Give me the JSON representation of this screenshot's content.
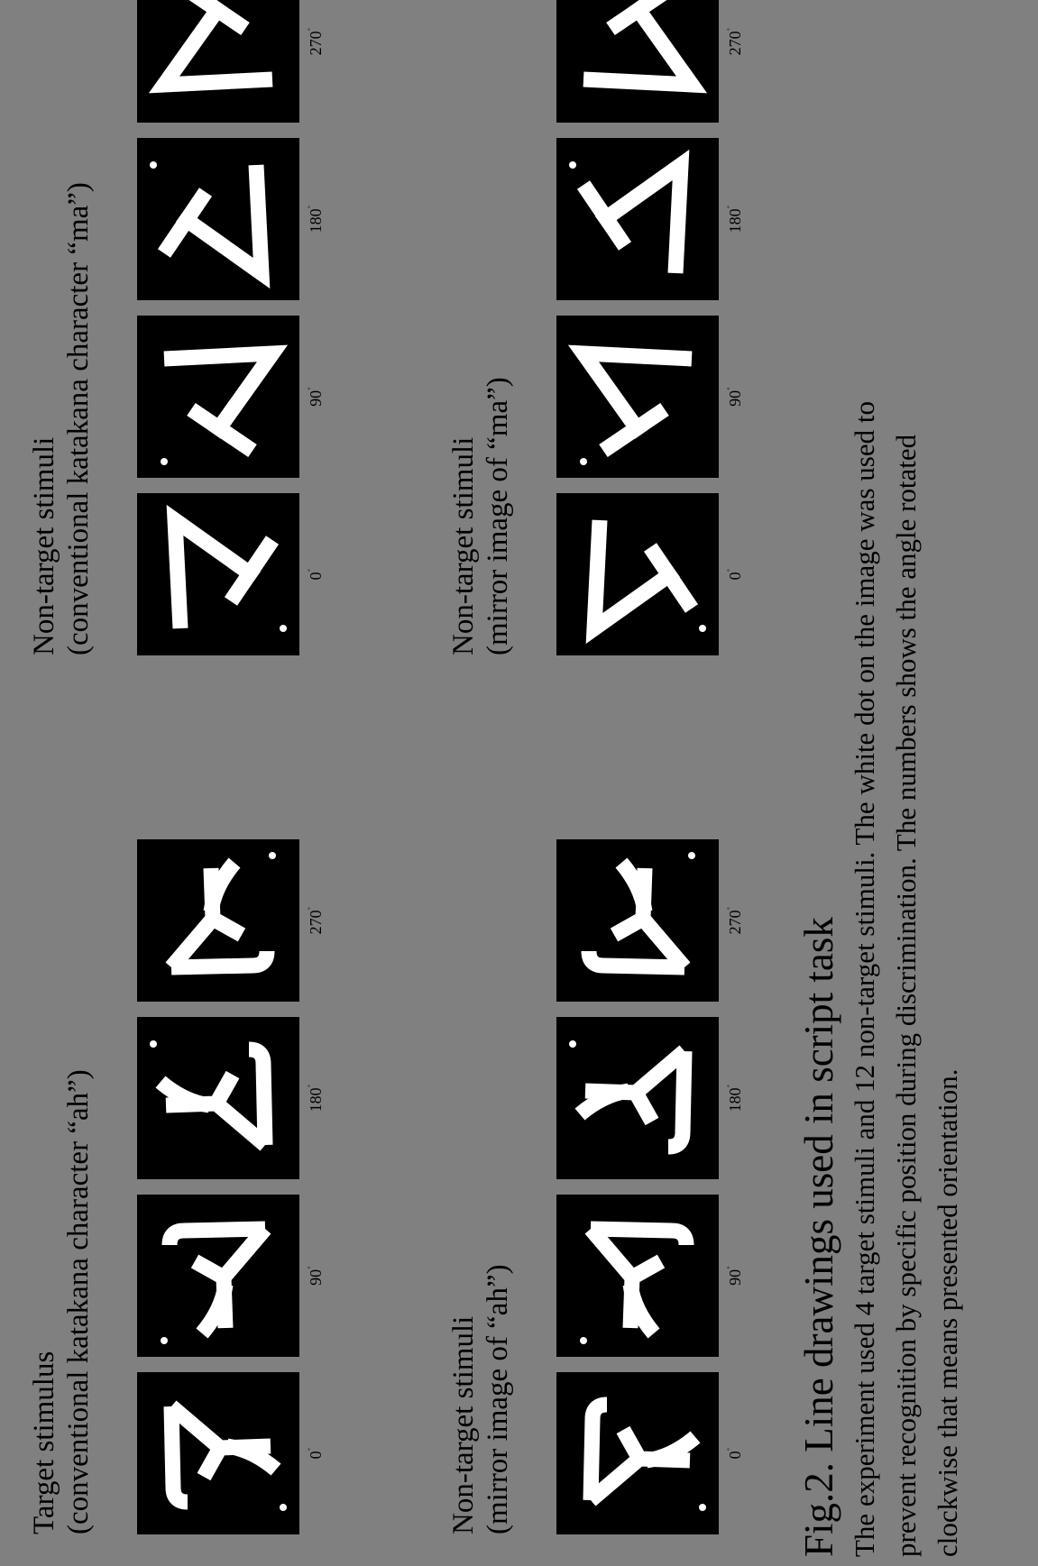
{
  "panels": [
    {
      "title_line1": "Target stimulus",
      "title_line2": "(conventional katakana character “ah”)",
      "glyph": "a",
      "mirror": false,
      "angles": [
        "0",
        "90",
        "180",
        "270"
      ]
    },
    {
      "title_line1": "Non-target stimuli",
      "title_line2": "(conventional katakana character “ma”)",
      "glyph": "ma",
      "mirror": false,
      "angles": [
        "0",
        "90",
        "180",
        "270"
      ]
    },
    {
      "title_line1": "Non-target stimuli",
      "title_line2": "(mirror image of “ah”)",
      "glyph": "a",
      "mirror": true,
      "angles": [
        "0",
        "90",
        "180",
        "270"
      ]
    },
    {
      "title_line1": "Non-target stimuli",
      "title_line2": "(mirror image of “ma”)",
      "glyph": "ma",
      "mirror": true,
      "angles": [
        "0",
        "90",
        "180",
        "270"
      ]
    }
  ],
  "degree_symbol": "˚",
  "caption": {
    "title": "Fig.2.  Line drawings used in script task",
    "lines": [
      "The experiment  used 4 target stimuli and 12 non-target stimuli.  The white dot on the image was used to",
      "prevent  recognition by specific position  during discrimination.  The numbers shows  the angle rotated",
      "clockwise that means presented orientation."
    ]
  },
  "colors": {
    "background": "#808080",
    "tile": "#000000",
    "stroke": "#ffffff"
  }
}
